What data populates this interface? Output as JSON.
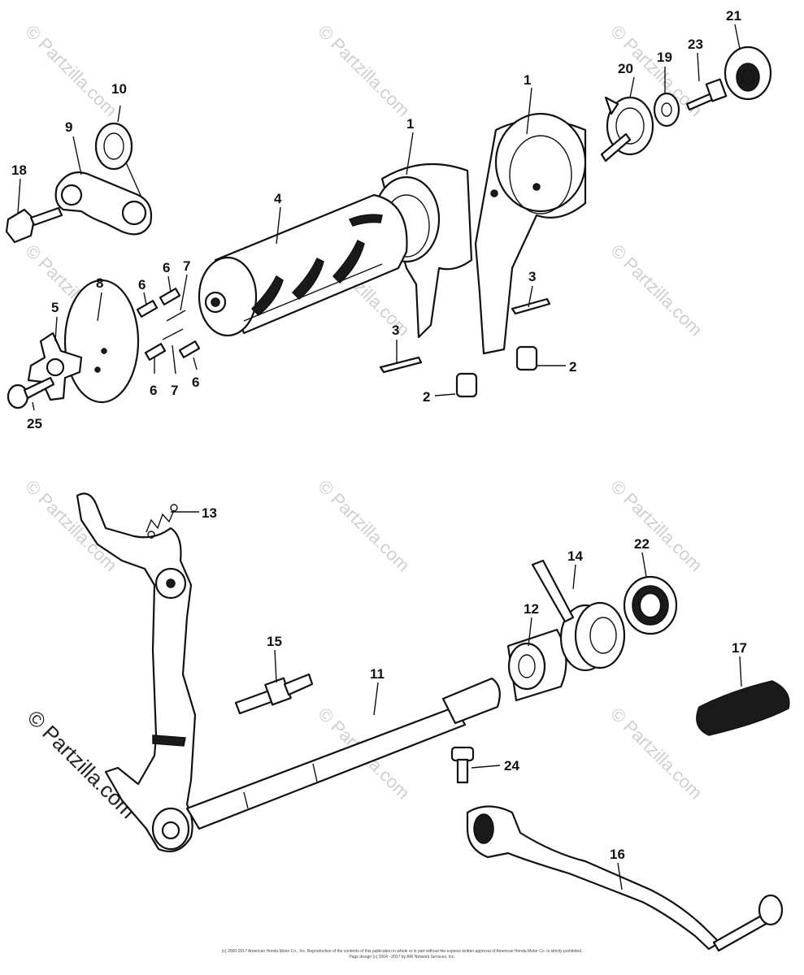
{
  "callouts": {
    "c1a": "1",
    "c1b": "1",
    "c2a": "2",
    "c2b": "2",
    "c3a": "3",
    "c3b": "3",
    "c4": "4",
    "c5": "5",
    "c6a": "6",
    "c6b": "6",
    "c6c": "6",
    "c6d": "6",
    "c7a": "7",
    "c7b": "7",
    "c8": "8",
    "c9": "9",
    "c10": "10",
    "c11": "11",
    "c12": "12",
    "c13": "13",
    "c14": "14",
    "c15": "15",
    "c16": "16",
    "c17": "17",
    "c18": "18",
    "c19": "19",
    "c20": "20",
    "c21": "21",
    "c22": "22",
    "c23": "23",
    "c24": "24",
    "c25": "25"
  },
  "watermark": {
    "site": "© Partzilla.com",
    "side": "© Partzilla.com"
  },
  "footer": {
    "line1": "(c) 2000-2017 American Honda Motor Co., Inc. Reproduction of the contents of this publication in whole or in part without the express written approval of American Honda Motor Co. is strictly prohibited.",
    "line2": "Page design (c) 2004 - 2017 by ARI Network Services, Inc."
  }
}
